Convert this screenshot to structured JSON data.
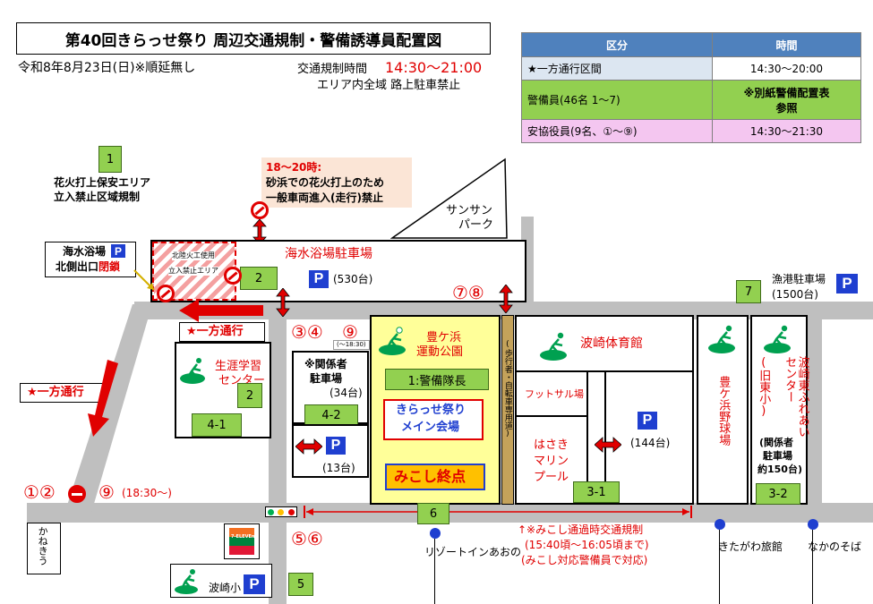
{
  "title": "第40回きらっせ祭り 周辺交通規制・警備誘導員配置図",
  "date": "令和8年8月23日(日)※順延無し",
  "regulation_time_label": "交通規制時間",
  "regulation_time": "14:30〜21:00",
  "regulation_area": "エリア内全域 路上駐車禁止",
  "legend": {
    "header_category": "区分",
    "header_time": "時間",
    "rows": [
      {
        "category": "★一方通行区間",
        "time": "14:30〜20:00",
        "bg": "#dce6f1"
      },
      {
        "category": "警備員(46名 1〜7)",
        "time": "※別紙警備配置表\n参照",
        "bg": "#92d050"
      },
      {
        "category": "安協役員(9名、①〜⑨)",
        "time": "14:30〜21:30",
        "bg": "#f4c6f0"
      }
    ]
  },
  "fireworks_zone": {
    "number": "1",
    "label_line1": "花火打上保安エリア",
    "label_line2": "立入禁止区域規制"
  },
  "notice": {
    "time": "18〜20時:",
    "line1": "砂浜での花火打上のため",
    "line2": "一般車両進入(走行)禁止"
  },
  "sansan_park": {
    "line1": "サンサン",
    "line2": "パーク"
  },
  "beach_parking": {
    "name": "海水浴場駐車場",
    "capacity": "(530台)",
    "p": "P"
  },
  "beach_north_exit": {
    "line1": "海水浴場",
    "line2_a": "北側出口",
    "line2_b": "閉鎖",
    "p": "P"
  },
  "striped_area": {
    "line1": "北陸火工使用",
    "line2": "立入禁止エリア"
  },
  "fishing_port_parking": {
    "number": "7",
    "name": "漁港駐車場",
    "capacity": "(1500台)",
    "p": "P"
  },
  "guards": {
    "g2_top": "2",
    "g2_center": "2",
    "g41": "4-1",
    "g42": "4-2",
    "g5": "5",
    "g6": "6",
    "g31": "3-1",
    "g32": "3-2",
    "hq": "1:警備隊長"
  },
  "marshals": {
    "m12": "①②",
    "m9_time": "⑨",
    "m9_time_label": "(18:30〜)",
    "m34": "③④",
    "m9b": "⑨",
    "m9b_note": "(〜18:30)",
    "m56": "⑤⑥",
    "m78": "⑦⑧"
  },
  "oneway": {
    "upper": "★一方通行",
    "left": "★一方通行"
  },
  "learning_center": {
    "line1": "生涯学習",
    "line2": "センター"
  },
  "staff_parking": {
    "line1": "※関係者",
    "line2": "駐車場",
    "capacity": "(34台)",
    "p": "P",
    "capacity2": "(13台)"
  },
  "park": {
    "line1": "豊ケ浜",
    "line2": "運動公園",
    "main1": "きらっせ祭り",
    "main2": "メイン会場",
    "mikoshi": "みこし終点"
  },
  "path_label": "(歩行者・自転車専用道)",
  "gym": "波崎体育館",
  "futsal": "フットサル場",
  "pool": {
    "line1": "はさき",
    "line2": "マリン",
    "line3": "プール"
  },
  "gym_parking": {
    "p": "P",
    "capacity": "(144台)"
  },
  "baseball": "豊ケ浜野球場",
  "fureai": {
    "name": "波崎東ふれあいセンター",
    "sub": "(旧東小)",
    "staff": "(関係者",
    "staff2": "駐車場",
    "staff3": "約150台)"
  },
  "mikoshi_note": {
    "line1": "↑※みこし通過時交通規制",
    "line2": "(15:40頃〜16:05頃まで)",
    "line3": "(みこし対応警備員で対応)"
  },
  "landmarks": {
    "resort": "リゾートインあおの",
    "kitagawa": "きたがわ旅館",
    "nakano": "なかのそば",
    "kaneki": "かねきう",
    "school": "波崎小",
    "school_p": "P",
    "seven": "7-ELEVEn"
  },
  "colors": {
    "red": "#e00000",
    "green": "#92d050",
    "blue": "#1f3fd0",
    "yellow": "#ffff99",
    "road": "#bfbfbf"
  }
}
